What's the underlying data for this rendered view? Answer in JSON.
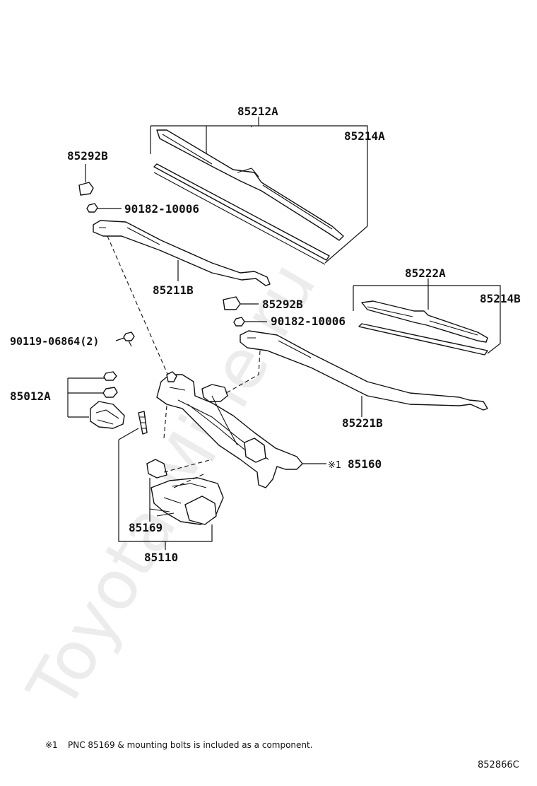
{
  "watermark": "Toyota-Mine.ru",
  "labels": {
    "p85212A": "85212A",
    "p85214A": "85214A",
    "p85292B_1": "85292B",
    "p90182_1": "90182-10006",
    "p85211B": "85211B",
    "p85222A": "85222A",
    "p85214B": "85214B",
    "p85292B_2": "85292B",
    "p90182_2": "90182-10006",
    "p90119": "90119-06864(2)",
    "p85012A": "85012A",
    "p85221B": "85221B",
    "p85160": "85160",
    "p85160_mark": "※1",
    "p85169": "85169",
    "p85110": "85110"
  },
  "footnote": {
    "mark": "※1",
    "text": "PNC 85169 & mounting bolts is included as a component."
  },
  "diagram_code": "852866C"
}
